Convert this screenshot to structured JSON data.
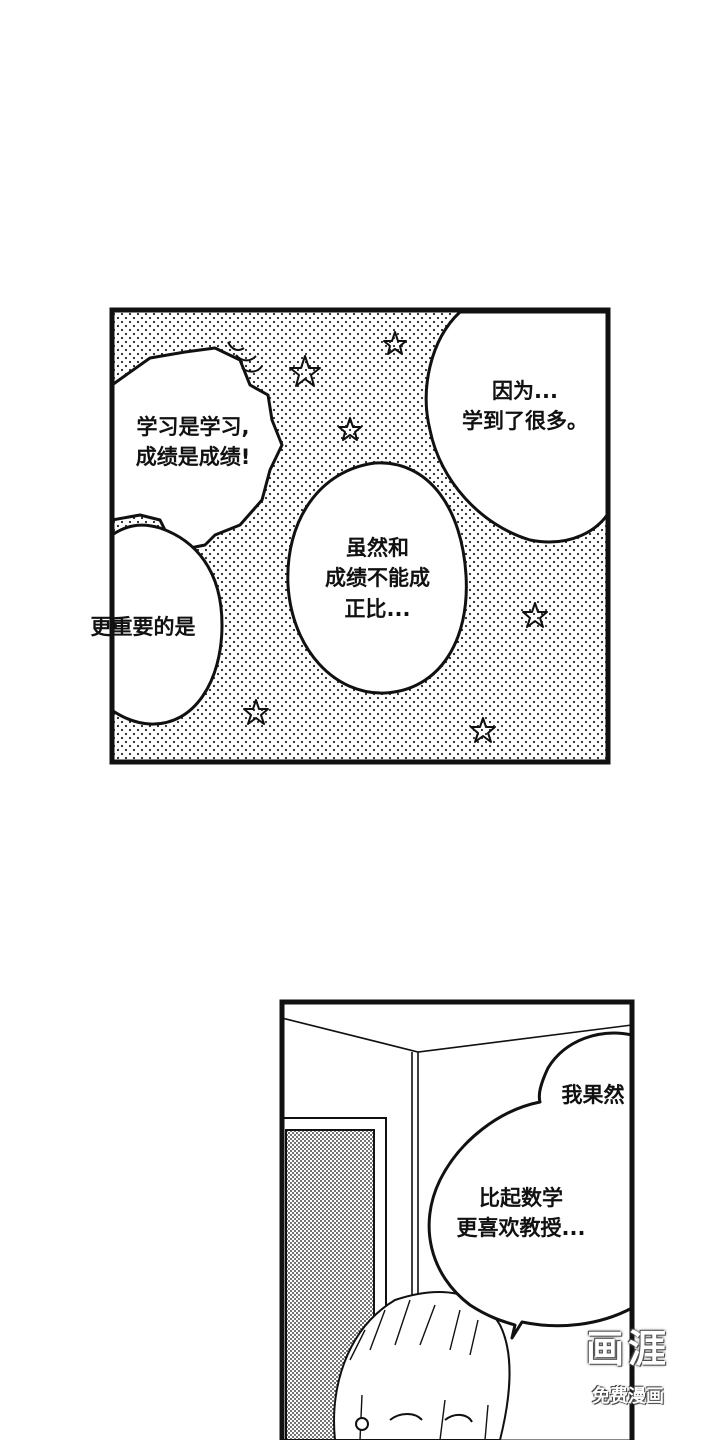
{
  "panel1": {
    "bubbles": [
      {
        "lines": [
          "学习是学习,",
          "成绩是成绩!"
        ]
      },
      {
        "lines": [
          "因为...",
          "学到了很多。"
        ]
      },
      {
        "lines": [
          "更重要的是"
        ]
      },
      {
        "lines": [
          "虽然和",
          "成绩不能成",
          "正比..."
        ]
      }
    ]
  },
  "panel2": {
    "bubbles": [
      {
        "lines": [
          "我果然"
        ]
      },
      {
        "lines": [
          "比起数学",
          "更喜欢教授..."
        ]
      }
    ]
  },
  "watermark": {
    "logo": "画涯",
    "subtitle": "免费漫画"
  },
  "colors": {
    "ink": "#111111",
    "paper": "#ffffff",
    "screen": "#222222"
  }
}
